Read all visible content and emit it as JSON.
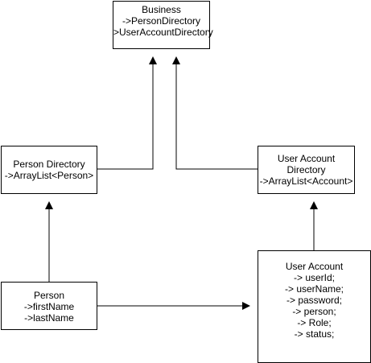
{
  "nodes": {
    "business": {
      "lines": [
        "Business",
        "",
        "->PersonDirectory",
        ">UserAccountDirectory"
      ]
    },
    "person_directory": {
      "lines": [
        "Person Directory",
        "->ArrayList<Person>"
      ]
    },
    "user_account_directory": {
      "lines": [
        "User Account",
        "Directory",
        "->ArrayList<Account>"
      ]
    },
    "person": {
      "lines": [
        "Person",
        "->firstName",
        "->lastName"
      ]
    },
    "user_account": {
      "lines": [
        "User Account",
        "",
        "-> userId;",
        "-> userName;",
        "-> password;",
        "-> person;",
        "-> Role;",
        "-> status;"
      ]
    }
  },
  "edges": [
    {
      "from": "person_directory",
      "to": "business"
    },
    {
      "from": "user_account_directory",
      "to": "business"
    },
    {
      "from": "person",
      "to": "person_directory"
    },
    {
      "from": "user_account",
      "to": "user_account_directory"
    },
    {
      "from": "person",
      "to": "user_account"
    }
  ]
}
